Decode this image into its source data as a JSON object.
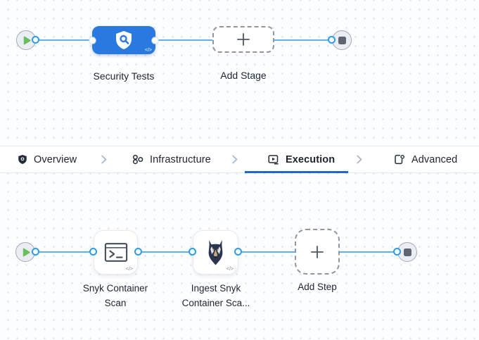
{
  "stage_panel": {
    "start_node": "play-icon",
    "end_node": "stop-icon",
    "stage": {
      "label": "Security Tests",
      "icon": "security-shield-magnifier-icon",
      "code_badge": "</>"
    },
    "add_stage": {
      "label": "Add Stage",
      "icon": "plus-icon"
    }
  },
  "tab_bar": {
    "tabs": [
      {
        "label": "Overview",
        "icon": "shield-icon",
        "active": false
      },
      {
        "label": "Infrastructure",
        "icon": "infrastructure-nodes-icon",
        "active": false
      },
      {
        "label": "Execution",
        "icon": "execution-play-icon",
        "active": true
      },
      {
        "label": "Advanced",
        "icon": "file-gear-icon",
        "active": false
      }
    ],
    "separator_icon": "chevron-right-icon"
  },
  "execution_panel": {
    "start_node": "play-icon",
    "end_node": "stop-icon",
    "steps": [
      {
        "label_line1": "Snyk Container",
        "label_line2": "Scan",
        "icon": "terminal-icon",
        "code_badge": "</>"
      },
      {
        "label_line1": "Ingest Snyk",
        "label_line2": "Container Sca...",
        "icon": "snyk-doberman-icon",
        "code_badge": "</>"
      }
    ],
    "add_step": {
      "label": "Add Step",
      "icon": "plus-icon"
    }
  },
  "colors": {
    "stage_blue": "#2a79e0",
    "connector_line_blue": "#5ab2ee",
    "connector_dot_ring": "#2d9be5",
    "active_tab_underline": "#1d68c8",
    "play_green": "#69bd5c",
    "stop_gray": "#5d6573",
    "canvas_dot": "#d7dde9",
    "tab_text": "#1c2330"
  }
}
